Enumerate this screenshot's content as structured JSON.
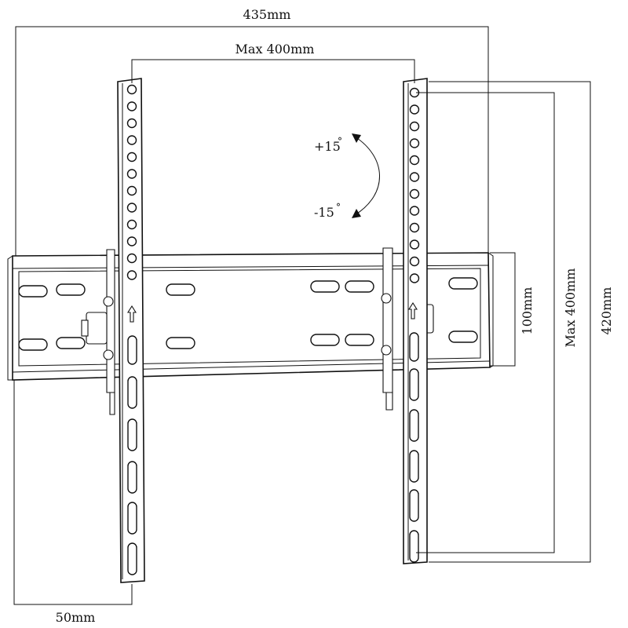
{
  "dimensions": {
    "overall_width": "435mm",
    "max_horizontal_spacing": "Max 400mm",
    "rail_height": "100mm",
    "max_vertical_spacing": "Max 400mm",
    "arm_length": "420mm",
    "bottom_offset": "50mm"
  },
  "tilt": {
    "up": "+15",
    "down": "-15",
    "degree_symbol": "°"
  },
  "colors": {
    "line": "#111111",
    "background": "#ffffff"
  },
  "icons": {
    "arrow": "up-arrow-icon",
    "tilt": "curved-double-arrow-icon"
  }
}
